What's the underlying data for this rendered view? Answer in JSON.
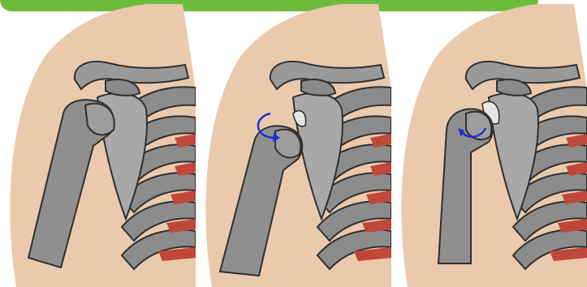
{
  "colors": {
    "banner": "#6dbb3d",
    "skin": "#ebc9ad",
    "bone": "#9a9a9a",
    "bone_dark": "#6f6f6f",
    "bone_outline": "#333333",
    "muscle": "#c0483a",
    "cartilage": "#e6e6e6",
    "arrow": "#1a2fd8"
  },
  "panels": [
    {
      "name": "shoulder-normal",
      "arrow": false,
      "gap": false
    },
    {
      "name": "shoulder-subluxation",
      "arrow": "rotate-down-right",
      "gap": true
    },
    {
      "name": "shoulder-reduction",
      "arrow": "rotate-left",
      "gap": true
    }
  ]
}
